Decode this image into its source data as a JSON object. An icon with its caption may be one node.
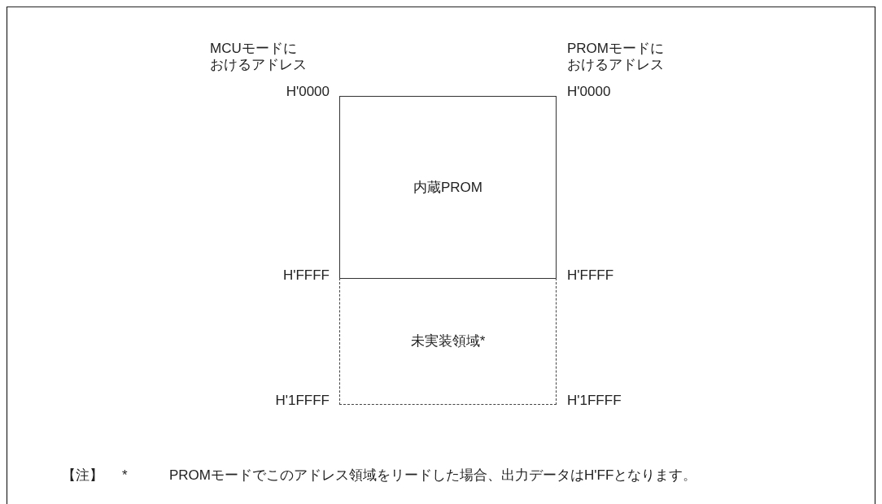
{
  "diagram": {
    "nodes": [
      {
        "text": [
          "内蔵PROM"
        ]
      },
      {
        "text": [
          "未実装領域*"
        ]
      }
    ],
    "labels": [
      "MCUモードにおけるアドレス",
      "PROMモードにおけるアドレス",
      "H'0000",
      "H'0000",
      "H'FFFF",
      "H'FFFF",
      "H'1FFFF",
      "H'1FFFF",
      "【注】",
      "*",
      "PROMモードでこのアドレス領域をリードした場合、出力データはH'FFとなります。"
    ]
  }
}
